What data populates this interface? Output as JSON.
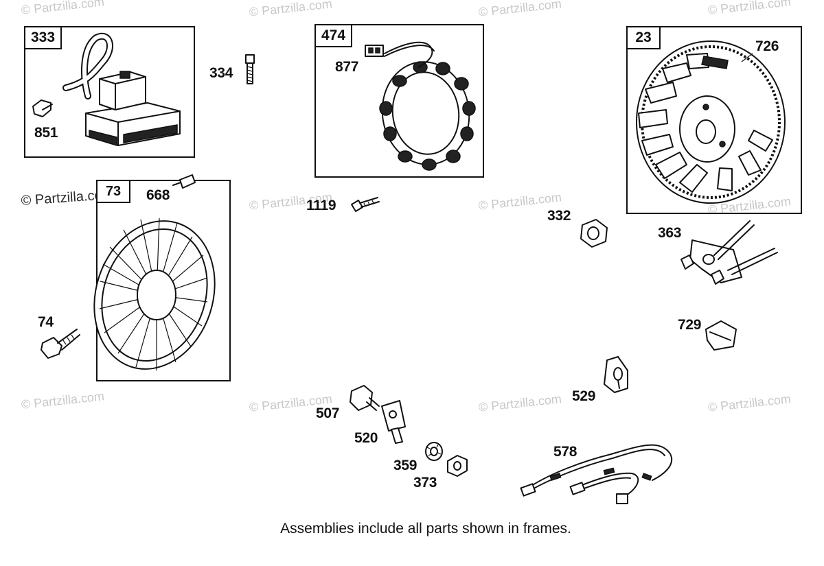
{
  "watermark": {
    "text": "© Partzilla.com"
  },
  "frames": [
    {
      "id": "frame-333",
      "tag": "333"
    },
    {
      "id": "frame-474",
      "tag": "474"
    },
    {
      "id": "frame-23",
      "tag": "23"
    },
    {
      "id": "frame-73",
      "tag": "73"
    }
  ],
  "callouts": {
    "c851": "851",
    "c334": "334",
    "c877": "877",
    "c726": "726",
    "c668": "668",
    "c1119": "1119",
    "c332": "332",
    "c363": "363",
    "c74": "74",
    "c729": "729",
    "c529": "529",
    "c507": "507",
    "c520": "520",
    "c359": "359",
    "c373": "373",
    "c578": "578"
  },
  "caption": "Assemblies include all parts shown in frames."
}
